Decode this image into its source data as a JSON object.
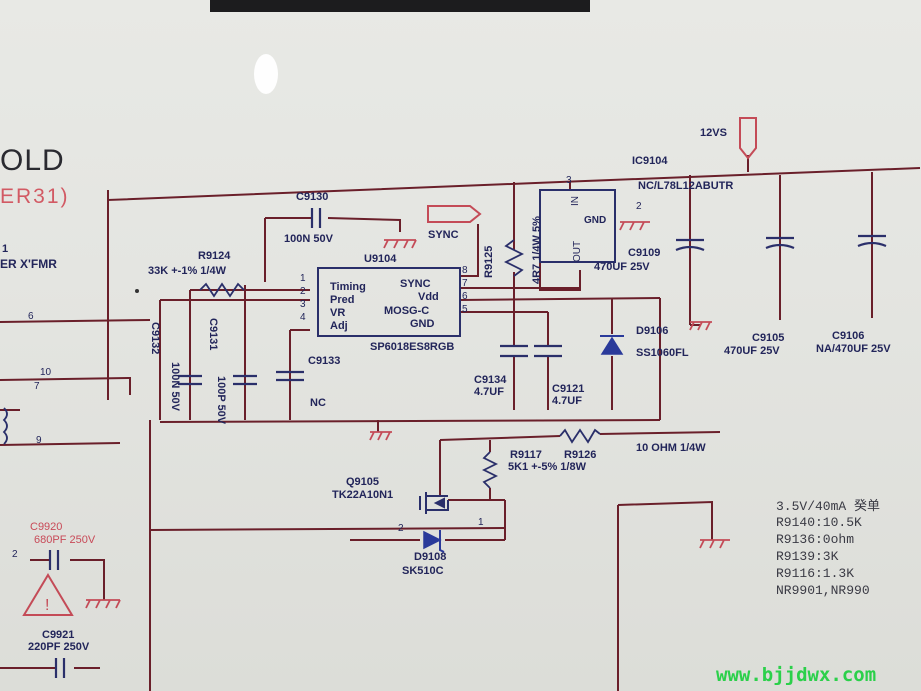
{
  "title_fragment": "OLD",
  "subtitle_fragment": "ER31)",
  "left_labels": {
    "one": "1",
    "xfmr": "ER X'FMR",
    "six": "6",
    "ten": "10",
    "seven": "7",
    "nine": "9"
  },
  "rail_12vs": "12VS",
  "sync_net": "SYNC",
  "ic9104": {
    "ref": "IC9104",
    "part": "NC/L78L12ABUTR",
    "pin_in": "IN",
    "pin_gnd": "GND",
    "pin_out": "OUT",
    "pin3": "3",
    "pin2": "2"
  },
  "u9104": {
    "ref": "U9104",
    "part": "SP6018ES8RGB",
    "left_pins": [
      {
        "num": "1",
        "name": "Timing"
      },
      {
        "num": "2",
        "name": "Pred"
      },
      {
        "num": "3",
        "name": "VR"
      },
      {
        "num": "4",
        "name": "Adj"
      }
    ],
    "right_pins": [
      {
        "num": "8",
        "name": "SYNC"
      },
      {
        "num": "7",
        "name": "Vdd"
      },
      {
        "num": "6",
        "name": "MOSG-C"
      },
      {
        "num": "5",
        "name": "GND"
      }
    ]
  },
  "components": {
    "c9130": {
      "ref": "C9130",
      "value": "100N 50V"
    },
    "r9124": {
      "ref": "R9124",
      "value": "33K +-1% 1/4W"
    },
    "r9125": {
      "ref": "R9125",
      "value": "4R7 1/4W 5%"
    },
    "c9109": {
      "ref": "C9109",
      "value": "470UF 25V"
    },
    "c9132": {
      "ref": "C9132",
      "value": "100N 50V"
    },
    "c9131": {
      "ref": "C9131",
      "value": "100P 50V"
    },
    "c9133": {
      "ref": "C9133",
      "value": "NC"
    },
    "c9134": {
      "ref": "C9134",
      "value": "4.7UF"
    },
    "c9121": {
      "ref": "C9121",
      "value": "4.7UF"
    },
    "d9106": {
      "ref": "D9106",
      "value": "SS1060FL"
    },
    "c9105": {
      "ref": "C9105",
      "value": "470UF 25V"
    },
    "c9106": {
      "ref": "C9106",
      "value": "NA/470UF 25V"
    },
    "r9117": {
      "ref": "R9117",
      "value": "5K1 +-5% 1/8W"
    },
    "r9126": {
      "ref": "R9126",
      "value": "10 OHM 1/4W"
    },
    "q9105": {
      "ref": "Q9105",
      "value": "TK22A10N1",
      "pin2": "2",
      "pin1": "1"
    },
    "d9108": {
      "ref": "D9108",
      "value": "SK510C"
    },
    "c9920": {
      "ref": "C9920",
      "value": "680PF 250V",
      "pin": "2"
    },
    "c9921": {
      "ref": "C9921",
      "value": "220PF 250V"
    }
  },
  "notes": [
    "3.5V/40mA 癸单",
    "R9140:10.5K",
    "R9136:0ohm",
    "R9139:3K",
    "R9116:1.3K",
    "NR9901,NR990"
  ],
  "watermark": "www.bjjdwx.com"
}
